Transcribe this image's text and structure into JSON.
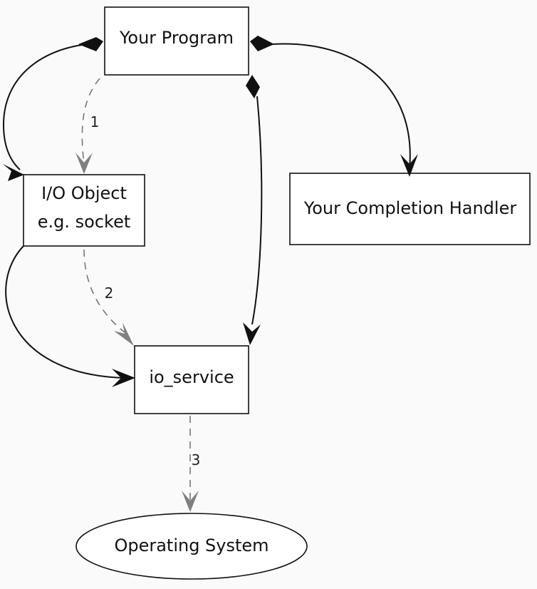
{
  "nodes": {
    "program": "Your Program",
    "io_object_line1": "I/O Object",
    "io_object_line2": "e.g. socket",
    "completion_handler": "Your Completion Handler",
    "io_service": "io_service",
    "operating_system": "Operating System"
  },
  "steps": {
    "one": "1",
    "two": "2",
    "three": "3"
  },
  "colors": {
    "background": "#fafafa",
    "solid_edge": "#111111",
    "dashed_edge": "#777777"
  }
}
